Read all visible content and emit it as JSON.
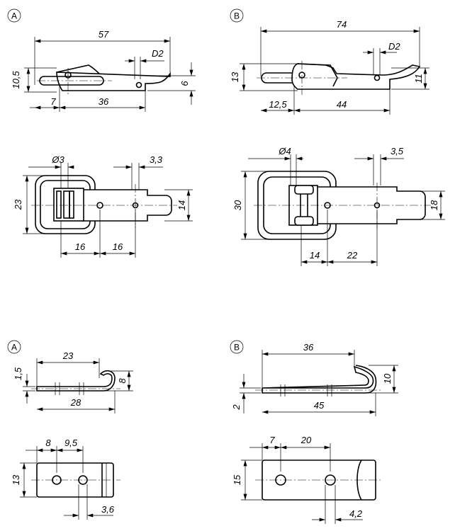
{
  "views": {
    "a": {
      "label": "A",
      "side": {
        "length": "57",
        "hole": "D2",
        "height": "10,5",
        "tip": "6",
        "offset": "7",
        "pitch": "36"
      },
      "top": {
        "pin_dia": "Ø3",
        "hole_offset": "3,3",
        "width": "23",
        "tab_width": "14",
        "span1": "16",
        "span2": "16"
      }
    },
    "b": {
      "label": "B",
      "side": {
        "length": "74",
        "hole": "D2",
        "height": "13",
        "tip": "11",
        "offset": "12,5",
        "pitch": "44"
      },
      "top": {
        "pin_dia": "Ø4",
        "hole_offset": "3,5",
        "width": "30",
        "tab_width": "18",
        "span1": "14",
        "span2": "22"
      }
    },
    "hook_a": {
      "label": "A",
      "side": {
        "length_top": "23",
        "thickness": "1,5",
        "hook_height": "8",
        "length": "28"
      },
      "top": {
        "width": "13",
        "edge": "8",
        "pitch": "9,5",
        "hole_offset": "3,6"
      }
    },
    "hook_b": {
      "label": "B",
      "side": {
        "length_top": "36",
        "thickness": "2",
        "hook_height": "10",
        "length": "45"
      },
      "top": {
        "width": "15",
        "edge": "7",
        "pitch": "20",
        "hole_offset": "4,2"
      }
    }
  }
}
